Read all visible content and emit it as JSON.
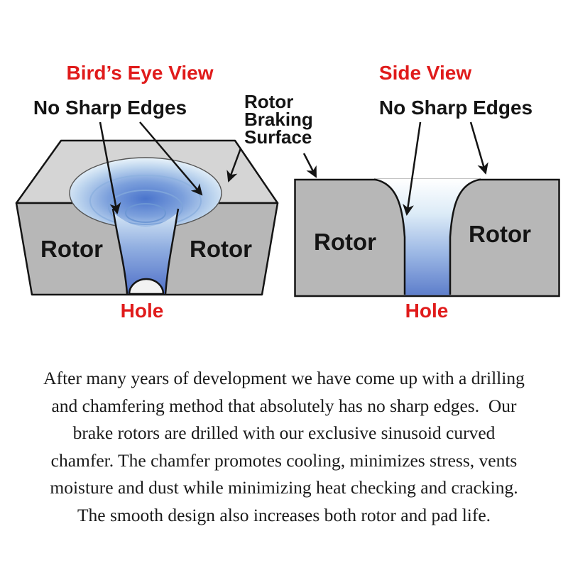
{
  "diagram": {
    "birdseye": {
      "title": "Bird’s Eye View",
      "no_sharp_edges": "No Sharp Edges",
      "rotor_left": "Rotor",
      "rotor_right": "Rotor",
      "hole": "Hole"
    },
    "sideview": {
      "title": "Side View",
      "no_sharp_edges": "No Sharp Edges",
      "rotor_left": "Rotor",
      "rotor_right": "Rotor",
      "hole": "Hole"
    },
    "rotor_braking_surface_lines": [
      "Rotor",
      "Braking",
      "Surface"
    ],
    "colors": {
      "label_red": "#e01b1b",
      "outline_black": "#141414",
      "rotor_gray": "#b7b7b7",
      "top_face_gray": "#d5d5d5",
      "hole_blue_deep": "#5070c8",
      "hole_blue_pale": "#dcebf7"
    }
  },
  "paragraph": {
    "lines": [
      "After many years of development we have come up with a drilling",
      "and chamfering method that absolutely has no sharp edges.  Our",
      "brake rotors are drilled with our exclusive sinusoid curved",
      "chamfer. The chamfer promotes cooling, minimizes stress, vents",
      "moisture and dust while minimizing heat checking and cracking.",
      "The smooth design also increases both rotor and pad life."
    ]
  }
}
